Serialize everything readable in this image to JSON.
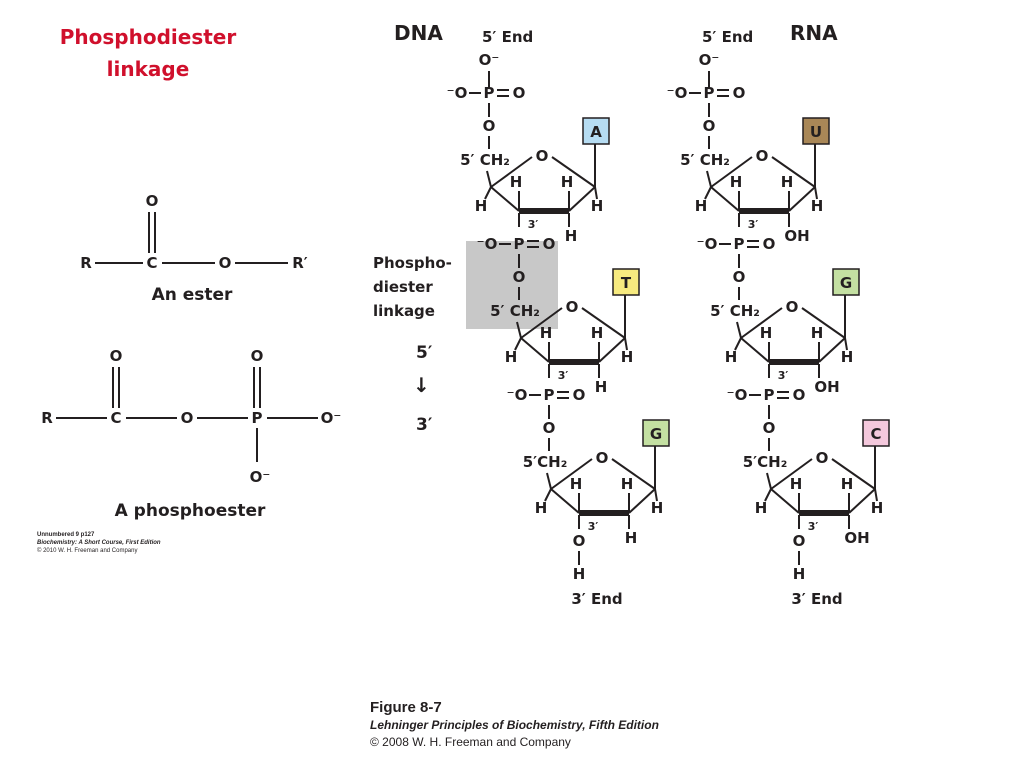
{
  "title": {
    "line1": "Phosphodiester",
    "line2": "linkage"
  },
  "ester": {
    "r": "R",
    "c": "C",
    "o": "O",
    "o_top": "O",
    "r_prime": "R′",
    "caption": "An ester"
  },
  "phosphoester": {
    "r": "R",
    "c": "C",
    "o": "O",
    "o_top_c": "O",
    "p": "P",
    "o_top_p": "O",
    "o_right": "O⁻",
    "o_bottom": "O⁻",
    "caption": "A phosphoester"
  },
  "small_credit": {
    "line1": "Unnumbered 9 p127",
    "line2": "Biochemistry: A Short Course, First Edition",
    "line3": "© 2010 W. H. Freeman and Company"
  },
  "dna": {
    "label": "DNA",
    "end5": "5′ End",
    "end3": "3′ End"
  },
  "rna": {
    "label": "RNA",
    "end5": "5′ End",
    "end3": "3′ End"
  },
  "linkage_box": {
    "line1": "Phospho-",
    "line2": "diester",
    "line3": "linkage"
  },
  "direction": {
    "top": "5′",
    "arrow": "↓",
    "bottom": "3′"
  },
  "strand_atoms": {
    "oxygen": "O",
    "o_minus": "O⁻",
    "minus_o": "⁻O",
    "phosphorus": "P",
    "five_prime_ch2": "5′ CH₂",
    "five_prime_ch2_b": "5′CH₂",
    "h": "H",
    "oh": "OH",
    "three_prime": "3′"
  },
  "bases": {
    "dna": [
      {
        "letter": "A",
        "color": "#b6dcf2"
      },
      {
        "letter": "T",
        "color": "#f7ea7f"
      },
      {
        "letter": "G",
        "color": "#c4e0a2"
      }
    ],
    "rna": [
      {
        "letter": "U",
        "color": "#a98757"
      },
      {
        "letter": "G",
        "color": "#c4e0a2"
      },
      {
        "letter": "C",
        "color": "#f4c8dc"
      }
    ]
  },
  "figure_credit": {
    "line1": "Figure 8-7",
    "line2": "Lehninger Principles of Biochemistry, Fifth Edition",
    "line3": "© 2008 W. H. Freeman and Company"
  },
  "colors": {
    "title": "#d0102c",
    "linkage_box": "#c8c8c8",
    "ink": "#231f20"
  }
}
